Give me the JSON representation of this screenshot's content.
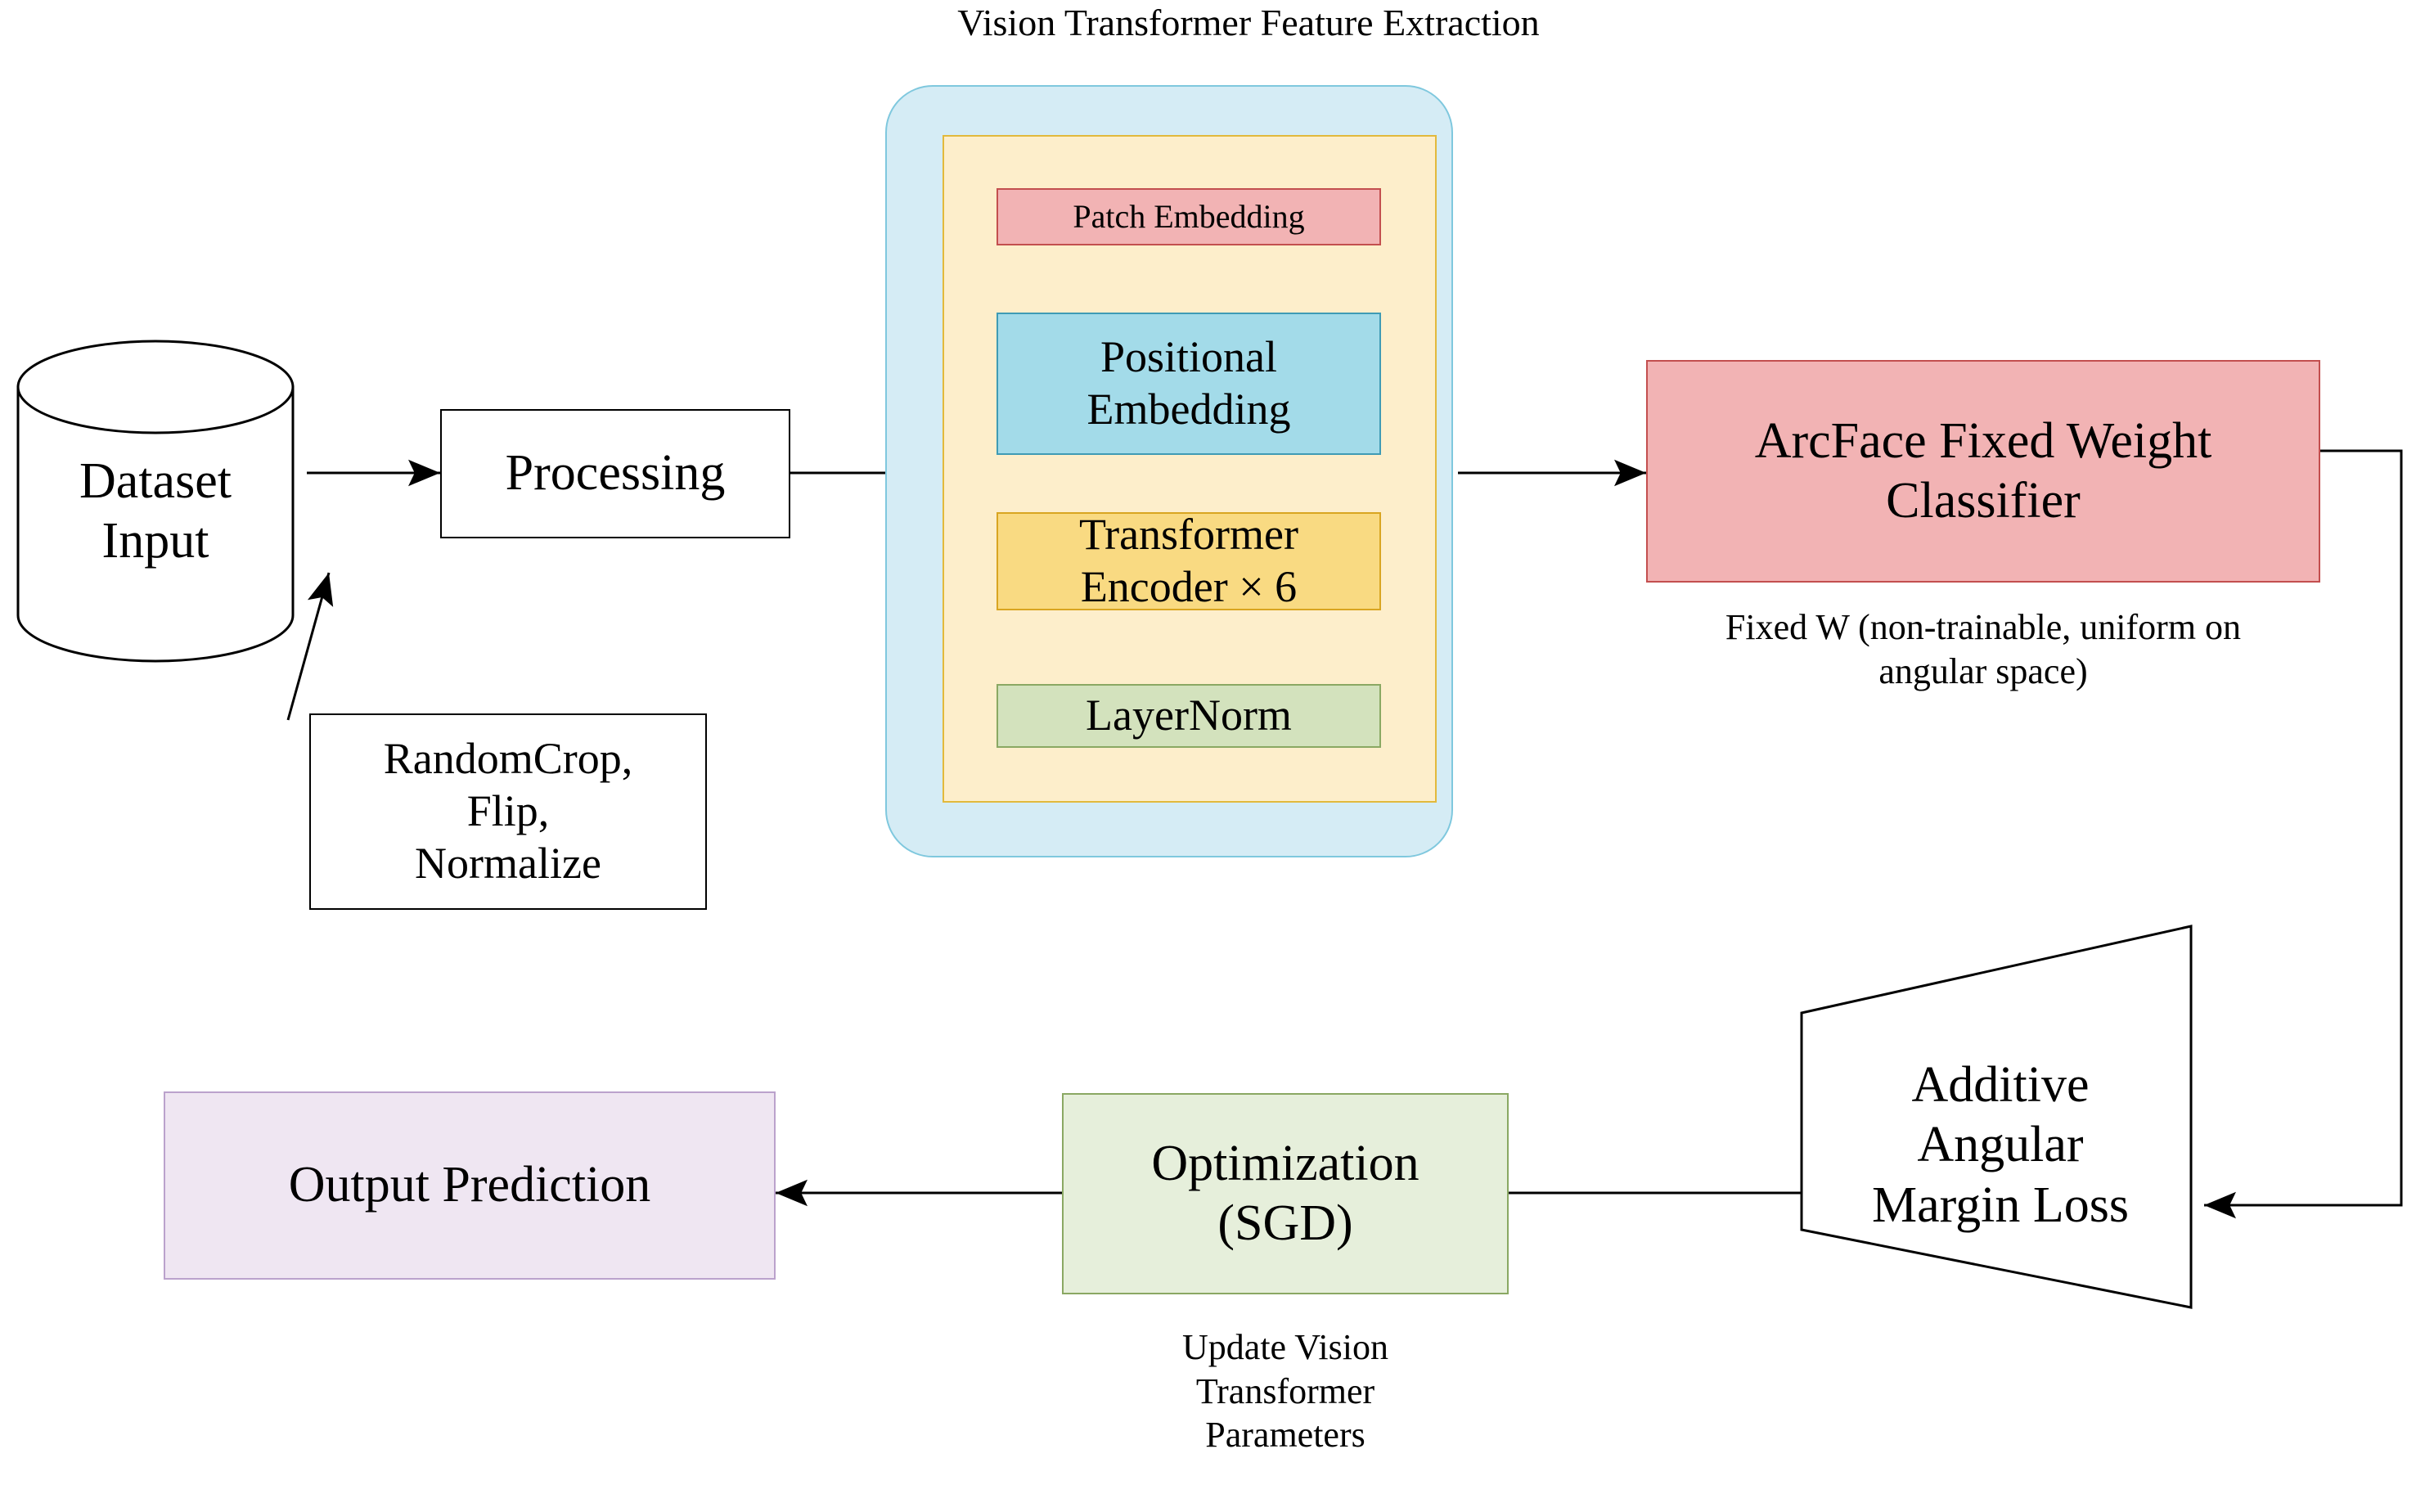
{
  "diagram": {
    "title": "Vision Transformer Feature Extraction",
    "nodes": {
      "dataset_input": "Dataset\nInput",
      "processing": "Processing",
      "augment": "RandomCrop,\nFlip,\nNormalize",
      "patch_embedding": "Patch Embedding",
      "positional_embedding": "Positional\nEmbedding",
      "transformer_encoder": "Transformer\nEncoder × 6",
      "layernorm": "LayerNorm",
      "arcface": "ArcFace Fixed Weight\nClassifier",
      "arcface_caption": "Fixed W (non-trainable, uniform on\nangular space)",
      "margin_loss": "Additive\nAngular\nMargin Loss",
      "optimization": "Optimization\n(SGD)",
      "optimization_caption": "Update Vision\nTransformer\nParameters",
      "output_prediction": "Output Prediction"
    },
    "colors": {
      "vit_container": "#d5ecf5",
      "vit_inner": "#fdeecb",
      "patch_embedding": "#f2b3b4",
      "positional_embedding": "#a3dbe9",
      "transformer_encoder": "#f9da82",
      "layernorm": "#d3e2bd",
      "arcface": "#f2b3b4",
      "optimization": "#e6efdb",
      "output_prediction": "#efe6f2",
      "edge": "#000000",
      "background": "#ffffff"
    }
  }
}
